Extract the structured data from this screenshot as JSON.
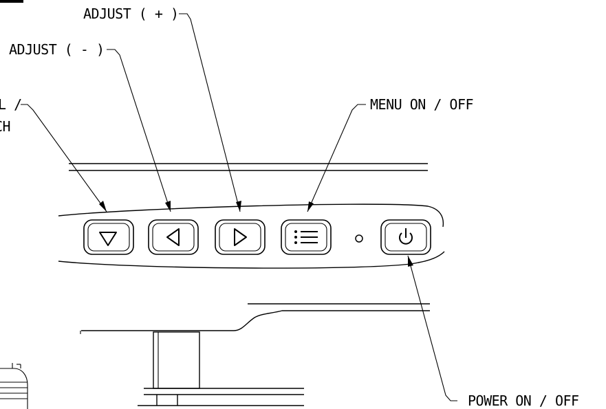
{
  "labels": {
    "adjust_plus": "ADJUST ( + )",
    "adjust_minus": "ADJUST ( - )",
    "channel_line1": "L /",
    "channel_line2": "CH",
    "menu": "MENU ON / OFF",
    "power": "POWER ON / OFF"
  },
  "buttons": [
    {
      "name": "down-button",
      "icon": "triangle-down-icon"
    },
    {
      "name": "left-button",
      "icon": "triangle-left-icon"
    },
    {
      "name": "right-button",
      "icon": "triangle-right-icon"
    },
    {
      "name": "menu-button",
      "icon": "menu-list-icon"
    },
    {
      "name": "power-button",
      "icon": "power-icon"
    }
  ],
  "indicator": "power-led-indicator",
  "colors": {
    "line": "#000000",
    "background": "#ffffff"
  }
}
